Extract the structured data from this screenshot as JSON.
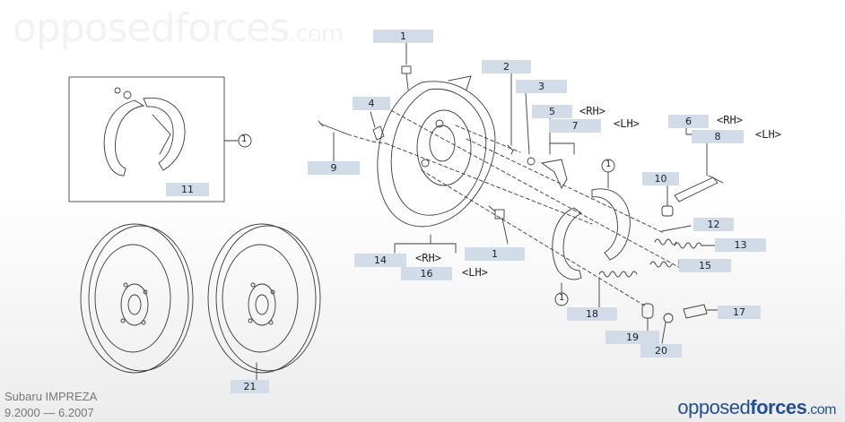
{
  "watermark": {
    "main": "opposedforces",
    "suffix": ".com"
  },
  "callouts": [
    {
      "id": "c1a",
      "text": "1"
    },
    {
      "id": "c2",
      "text": "2"
    },
    {
      "id": "c3",
      "text": "3"
    },
    {
      "id": "c4",
      "text": "4"
    },
    {
      "id": "c5",
      "text": "5"
    },
    {
      "id": "c7",
      "text": "7"
    },
    {
      "id": "c6",
      "text": "6"
    },
    {
      "id": "c8",
      "text": "8"
    },
    {
      "id": "c9",
      "text": "9"
    },
    {
      "id": "c10",
      "text": "10"
    },
    {
      "id": "c11",
      "text": "11"
    },
    {
      "id": "c12",
      "text": "12"
    },
    {
      "id": "c13",
      "text": "13"
    },
    {
      "id": "c14",
      "text": "14"
    },
    {
      "id": "c15",
      "text": "15"
    },
    {
      "id": "c16",
      "text": "16"
    },
    {
      "id": "c1b",
      "text": "1"
    },
    {
      "id": "c17",
      "text": "17"
    },
    {
      "id": "c18",
      "text": "18"
    },
    {
      "id": "c19",
      "text": "19"
    },
    {
      "id": "c20",
      "text": "20"
    },
    {
      "id": "c21",
      "text": "21"
    }
  ],
  "side_labels": {
    "rh": "<RH>",
    "lh": "<LH>"
  },
  "circle_marker": "1",
  "footer": {
    "model": "Subaru IMPREZA",
    "years": "9.2000 — 6.2007",
    "brand_part1": "opposed",
    "brand_part2": "forces",
    "brand_suffix": ".com"
  }
}
